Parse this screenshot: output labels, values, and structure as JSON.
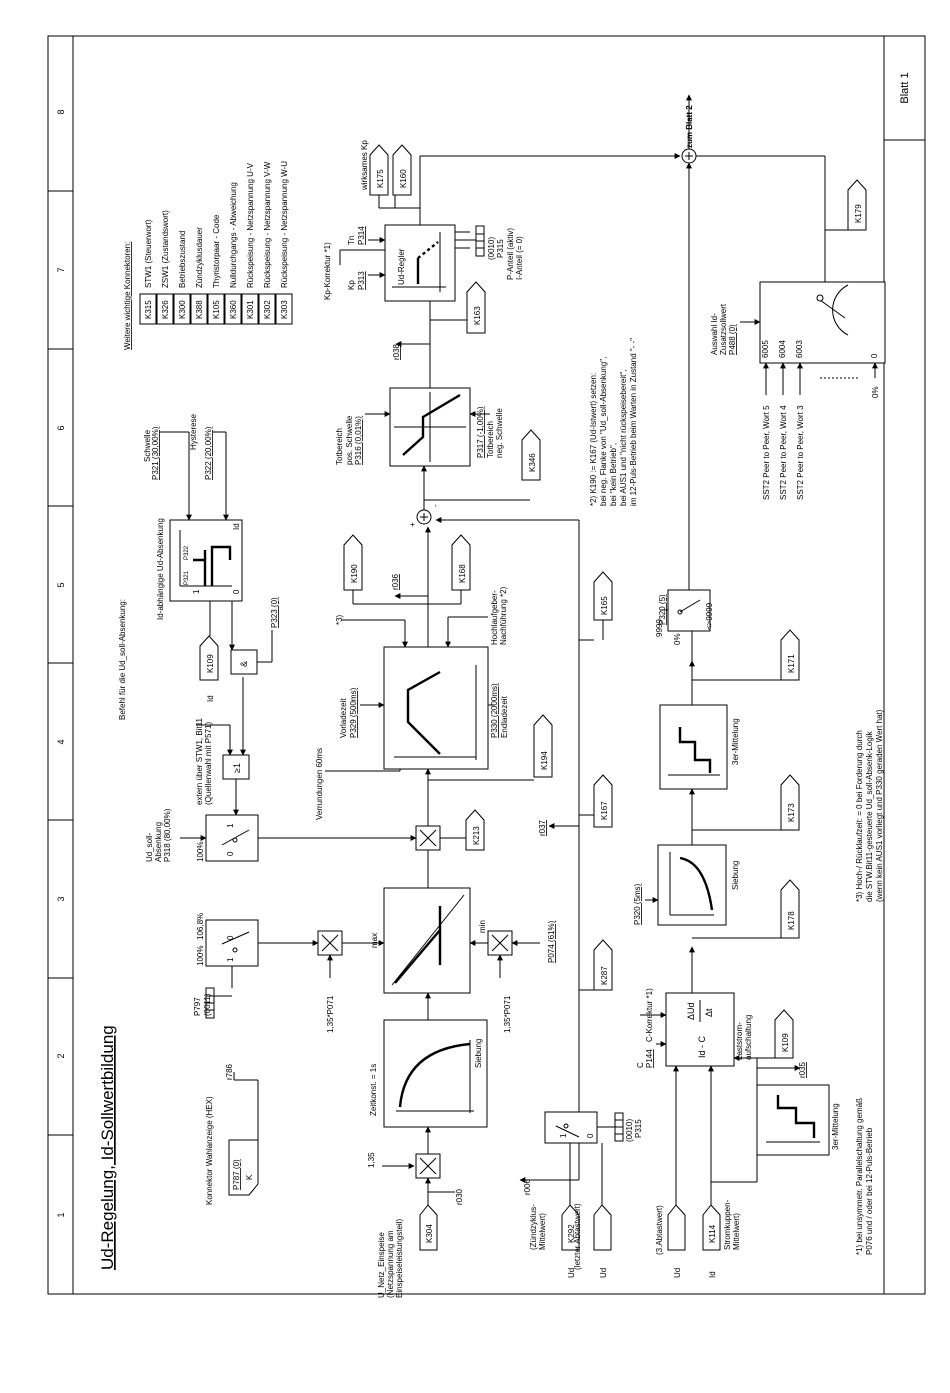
{
  "title": "Ud-Regelung, Id-Sollwertbildung",
  "sheet_label": "Blatt 1",
  "column_numbers": [
    "1",
    "2",
    "3",
    "4",
    "5",
    "6",
    "7",
    "8"
  ],
  "output": "zum Blatt 2",
  "connector_legend": {
    "heading": "Weitere wichtige Konnektoren:",
    "items": [
      {
        "tag": "K315",
        "text": "STW1 (Steuerwort)"
      },
      {
        "tag": "K326",
        "text": "ZSW1 (Zustandswort)"
      },
      {
        "tag": "K300",
        "text": "Betriebszustand"
      },
      {
        "tag": "K388",
        "text": "Zündzyklusdauer"
      },
      {
        "tag": "K105",
        "text": "Thyristorpaar - Code"
      },
      {
        "tag": "K360",
        "text": "Nulldurchgangs - Abweichung"
      },
      {
        "tag": "K301",
        "text": "Rückspeisung - Netzspannung U-V"
      },
      {
        "tag": "K302",
        "text": "Rückspeisung - Netzspannung V-W"
      },
      {
        "tag": "K303",
        "text": "Rückspeisung - Netzspannung W-U"
      }
    ]
  },
  "wahlanzeige": {
    "label": "Konnektor Wahlanzeige (HEX)",
    "param": "P787 (0)",
    "k": "K",
    "r": "r786"
  },
  "inputs": {
    "u_netz": [
      "U_Netz_Einspeise",
      "(Netzspannung am",
      "Einspeiseleistungsteil)"
    ],
    "k304": "K304",
    "r030": "r030",
    "factor_135": "1,35",
    "ud": "Ud",
    "k292": "K292",
    "zuendzyklus": [
      "(Zündzyklus-",
      "Mittelwert)"
    ],
    "letzter": "(letzter Abtastwert)",
    "drei_abtast": "(3.Abtastwert)",
    "id": "Id",
    "k114": "K114",
    "stromkuppen": [
      "Stromkuppen-",
      "Mittelwert)"
    ],
    "r006": "r006",
    "p315_bits": "(0010)",
    "p315": "P315"
  },
  "blocks": {
    "siebung1": {
      "label": "Siebung",
      "param": "Zeitkonst. = 1s"
    },
    "limiter": {
      "max": "max",
      "min": "min",
      "left_factor": "1,35*P071",
      "right_factor": "1,35*P071",
      "right_param": "P074 (61%)"
    },
    "switch_p797": {
      "param": "P797",
      "bits": "(0011)",
      "v100": "100%",
      "v106": "106,8%"
    },
    "switch_p318": {
      "v100": "100%",
      "label": [
        "Ud_soll-",
        "Absenkung"
      ],
      "param": "P318 (80,00%)",
      "k213": "K213"
    },
    "ramp": {
      "label": "Verrundungen 60ms",
      "vorlade": "Vorladezeit",
      "vorlade_param": "P329 (500ms)",
      "end_param": "P330 (2000ms)",
      "end": "Endladezeit",
      "k194": "K194",
      "note3": "*3)",
      "r036": "r036",
      "k190": "K190",
      "k168": "K168",
      "hochlauf": [
        "Hochlaufgeber-",
        "Nachführung *2)"
      ]
    },
    "logic": {
      "befehl": "Befehl für die Ud_soll-Absenkung:",
      "extern": [
        "extern über STW1, Bit11",
        "(Quellenwahl mit P571)"
      ],
      "ge1": "≥1",
      "and": "&",
      "p323": "P323 (0)",
      "id": "Id",
      "k109": "K109",
      "idabh": "Id-abhängige Ud-Absenkung",
      "schwelle": "Schwelle",
      "p321": "P321 (30,00%)",
      "hysterese": "Hysterese",
      "p322": "P322 (20,00%)",
      "p321_small": "P321",
      "p322_small": "P322"
    },
    "totbereich": {
      "pos": [
        "Totbereich",
        "pos. Schwelle"
      ],
      "p316": "P316 (0,01%)",
      "p317": "P317 (-1,00%)",
      "neg": [
        "Totbereich",
        "neg. Schwelle"
      ],
      "k346": "K346"
    },
    "regler": {
      "label": "Ud-Regler",
      "kp_korr": "Kp-Korrektur *1)",
      "kp": "Kp",
      "p313": "P313",
      "tn": "Tn",
      "p314": "P314",
      "bits": "(0010)",
      "p315": "P315",
      "p_anteil": "P-Anteil (aktiv)",
      "i_anteil": "I-Anteil (= 0)",
      "r038": "r038",
      "k163": "K163",
      "k175": "K175",
      "k160": "K160",
      "wirksames": "wirksames Kp"
    },
    "lower": {
      "r037": "r037",
      "k167": "K167",
      "k165": "K165",
      "k287": "K287",
      "c": "C",
      "p144": "P144",
      "c_korr": "C-Korrektur *1)",
      "formula": "Id - C",
      "frac_num": "ΔUd",
      "frac_den": "Δt",
      "lastst": [
        "Laststrom-",
        "aufschaltung"
      ],
      "k109": "K109",
      "r035": "r035",
      "dreier1": "3er-Mittelung",
      "p320": "P320 (5ms)",
      "siebung": "Siebung",
      "k178": "K178",
      "k173": "K173",
      "dreier2": "3er-Mittelung",
      "k171": "K171",
      "p320_5": "P320 (5)",
      "v9999": "9999",
      "v0": "0%",
      "vlt": "<>9999"
    },
    "zusatz": {
      "label": [
        "Auswahl Id-",
        "Zusatzsollwert"
      ],
      "param": "P488 (0)",
      "in5": "SST2 Peer to Peer, Wort 5",
      "in4": "SST2 Peer to Peer, Wort 4",
      "in3": "SST2 Peer to Peer, Wort 3",
      "v0": "0%",
      "c6005": "6005",
      "c6004": "6004",
      "c6003": "6003",
      "c0": "0",
      "k179": "K179"
    }
  },
  "notes": {
    "n2": [
      "*2) K190 := K167 (Ud-Istwert) setzen:",
      "bei neg. Flanke von \"Ud_soll-Absenkung\",",
      "bei \"kein Betrieb\",",
      "bei AUS1 und \"nicht rückspeisebereit\",",
      "im 12-Puls-Betrieb beim Warten in Zustand \"- -\""
    ],
    "n3": [
      "*3) Hoch-/ Rücklaufzeit: = 0 bei Forderung durch",
      "die STW.Bit11-gesteuerte Ud_soll-Absenk-Logik",
      "(wenn kein AUS1 vorliegt und P330 geraden Wert hat)"
    ],
    "n1": [
      "*1) bei unsymmetr. Parallelschaltung gemäß",
      "P076 und / oder bei 12-Puls-Betrieb"
    ]
  }
}
